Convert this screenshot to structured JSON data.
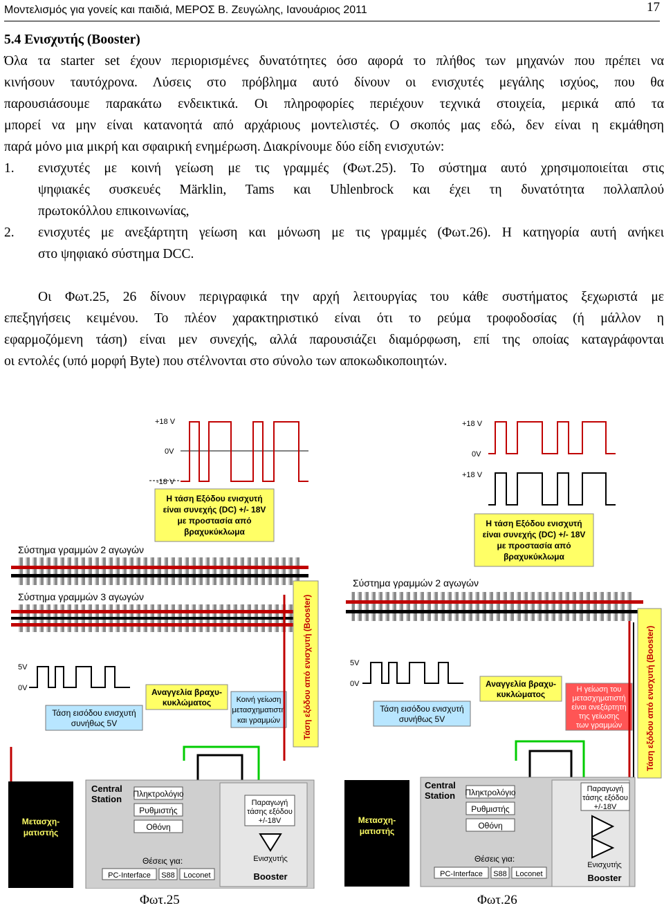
{
  "header": {
    "title": "Μοντελισμός για γονείς και παιδιά, ΜΕΡΟΣ Β. Ζευγώλης, Ιανουάριος 2011",
    "page_number": "17"
  },
  "section": {
    "title": "5.4 Ενισχυτής (Booster)",
    "para1_lines": [
      "Όλα τα starter set έχουν περιορισμένες δυνατότητες όσο αφορά το πλήθος των μηχανών που πρέπει να",
      "κινήσουν ταυτόχρονα. Λύσεις στο πρόβλημα αυτό δίνουν οι ενισχυτές μεγάλης ισχύος, που θα",
      "παρουσιάσουμε παρακάτω ενδεικτικά. Οι πληροφορίες περιέχουν τεχνικά στοιχεία, μερικά από τα",
      "μπορεί να μην είναι κατανοητά από αρχάριους μοντελιστές. Ο σκοπός μας εδώ, δεν είναι η εκμάθηση",
      "παρά μόνο μια μικρή και σφαιρική ενημέρωση. Διακρίνουμε δύο είδη ενισχυτών:"
    ],
    "list": [
      {
        "num": "1.",
        "lines": [
          "ενισχυτές με κοινή γείωση με τις γραμμές (Φωτ.25). Το σύστημα αυτό χρησιμοποιείται στις",
          "ψηφιακές συσκευές Märklin, Tams και Uhlenbrock και έχει τη δυνατότητα πολλαπλού",
          "πρωτοκόλλου επικοινωνίας,"
        ]
      },
      {
        "num": "2.",
        "lines": [
          "ενισχυτές με ανεξάρτητη γείωση και μόνωση με τις γραμμές (Φωτ.26). Η κατηγορία αυτή ανήκει",
          "στο ψηφιακό σύστημα DCC."
        ]
      }
    ],
    "para2_lines": [
      "Οι Φωτ.25, 26 δίνουν περιγραφικά την αρχή λειτουργίας του κάθε συστήματος ξεχωριστά με",
      "επεξηγήσεις κειμένου. Το πλέον χαρακτηριστικό είναι ότι το ρεύμα τροφοδοσίας (ή μάλλον η",
      "εφαρμοζόμενη τάση) είναι μεν συνεχής, αλλά παρουσιάζει διαμόρφωση, επί της οποίας καταγράφονται",
      "οι εντολές (υπό μορφή Byte) που στέλνονται στο σύνολο των αποκωδικοποιητών."
    ]
  },
  "figures": {
    "fig25": {
      "caption": "Φωτ.25",
      "v_plus18": "+18 V",
      "v_0": "0V",
      "v_minus18": "-18 V",
      "output_note": [
        "Η τάση Εξόδου ενισχυτή",
        "είναι συνεχής (DC) +/- 18V",
        "με προστασία από",
        "βραχυκύκλωμα"
      ],
      "track2": "Σύστημα γραμμών 2 αγωγών",
      "track3": "Σύστημα γραμμών 3 αγωγών",
      "v5": "5V",
      "v0b": "0V",
      "input_note": [
        "Τάση εισόδου ενισχυτή",
        "συνήθως 5V"
      ],
      "short_note": [
        "Αναγγελία βραχυ-",
        "κυκλώματος"
      ],
      "ground_note": [
        "Κοινή γείωση",
        "μετασχηματιστή",
        "και γραμμών"
      ],
      "vertical": "Τάση εξόδου από ενισχυτή (Booster)",
      "transformer": [
        "Μετασχη-",
        "ματιστής"
      ],
      "central": [
        "Central",
        "Station"
      ],
      "keyboard": "Πληκτρολόγιο",
      "controller": "Ρυθμιστής",
      "screen": "Οθόνη",
      "positions": "Θέσεις για:",
      "pc": "PC-Interface",
      "s88": "S88",
      "loconet": "Loconet",
      "gen": [
        "Παραγωγή",
        "τάσης εξόδου",
        "+/-18V"
      ],
      "amp": "Ενισχυτής",
      "booster": "Booster"
    },
    "fig26": {
      "caption": "Φωτ.26",
      "v_plus18a": "+18 V",
      "v_0": "0V",
      "v_plus18b": "+18 V",
      "output_note": [
        "Η τάση Εξόδου ενισχυτή",
        "είναι συνεχής (DC) +/- 18V",
        "με προστασία από",
        "βραχυκύκλωμα"
      ],
      "track2": "Σύστημα γραμμών 2 αγωγών",
      "v5": "5V",
      "v0b": "0V",
      "input_note": [
        "Τάση εισόδου ενισχυτή",
        "συνήθως 5V"
      ],
      "short_note": [
        "Αναγγελία βραχυ-",
        "κυκλώματος"
      ],
      "ground_note": [
        "Η γείωση του",
        "μετασχηματιστή",
        "είναι ανεξάρτητη",
        "της γείωσης",
        "των γραμμών"
      ],
      "vertical": "Τάση εξόδου από ενισχυτή (Booster)",
      "transformer": [
        "Μετασχη-",
        "ματιστής"
      ],
      "central": [
        "Central",
        "Station"
      ],
      "keyboard": "Πληκτρολόγιο",
      "controller": "Ρυθμιστής",
      "screen": "Οθόνη",
      "positions": "Θέσεις για:",
      "pc": "PC-Interface",
      "s88": "S88",
      "loconet": "Loconet",
      "gen": [
        "Παραγωγή",
        "τάσης εξόδου",
        "+/-18V"
      ],
      "amp": "Ενισχυτής",
      "booster": "Booster"
    }
  }
}
